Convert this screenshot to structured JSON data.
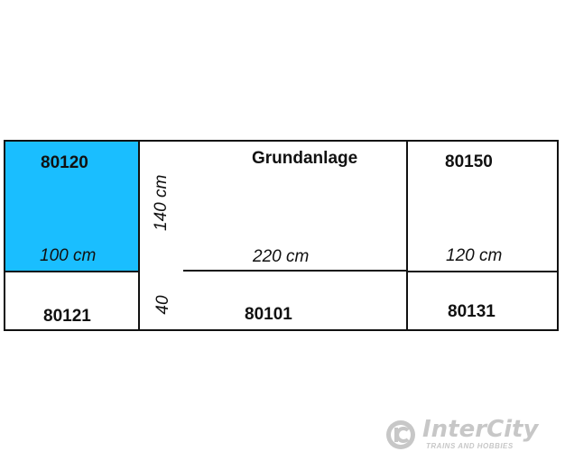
{
  "layout_plan": {
    "title": "Grundanlage",
    "modules": [
      {
        "code": "80120",
        "size": "100 cm",
        "highlighted": true
      },
      {
        "code": "80150",
        "size": "120 cm",
        "highlighted": false
      },
      {
        "code": "80121",
        "highlighted": false
      },
      {
        "code": "80101",
        "highlighted": false
      },
      {
        "code": "80131",
        "highlighted": false
      }
    ],
    "center_width": "220 cm",
    "center_depth": "140 cm",
    "front_depth": "40"
  },
  "watermark": {
    "brand": "InterCity",
    "tagline": "TRAINS AND HOBBIES",
    "logo_letters": "IC"
  },
  "colors": {
    "highlight": "#1ABEFF",
    "lines": "#111111",
    "watermark": "#9a9a9a"
  }
}
